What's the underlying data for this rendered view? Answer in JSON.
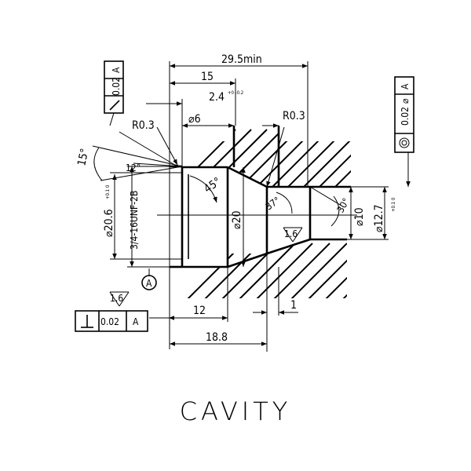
{
  "caption": "CAVITY",
  "dimensions": {
    "overall_length": "29.5min",
    "len_15": "15",
    "len_2_4": "2.4",
    "len_2_4_tol": "+0 -0.2",
    "dia_6": "⌀6",
    "radius_left": "R0.3",
    "radius_right": "R0.3",
    "angle_15": "15°",
    "angle_12": "12°",
    "angle_45": "45°",
    "angle_37": "37°",
    "angle_30": "30°",
    "dia_20_6": "⌀20.6",
    "dia_20_6_tol": "+0.1 0",
    "thread": "3/4-16UNF-2B",
    "dia_20": "⌀20",
    "dia_10": "⌀10",
    "dia_12_7": "⌀12.7",
    "dia_12_7_tol": "+0.1 0",
    "len_12": "12",
    "len_1": "1",
    "len_18_8": "18.8",
    "surface_finish_top": "1.6",
    "surface_finish_bottom": "1.6"
  },
  "datum": {
    "label": "A"
  },
  "tolerance_frames": {
    "top_left": {
      "value": "0.02",
      "datum": "A"
    },
    "right": {
      "symbol": "⌀",
      "value": "0.02",
      "datum": "A"
    },
    "bottom": {
      "value": "0.02",
      "datum": "A"
    }
  }
}
